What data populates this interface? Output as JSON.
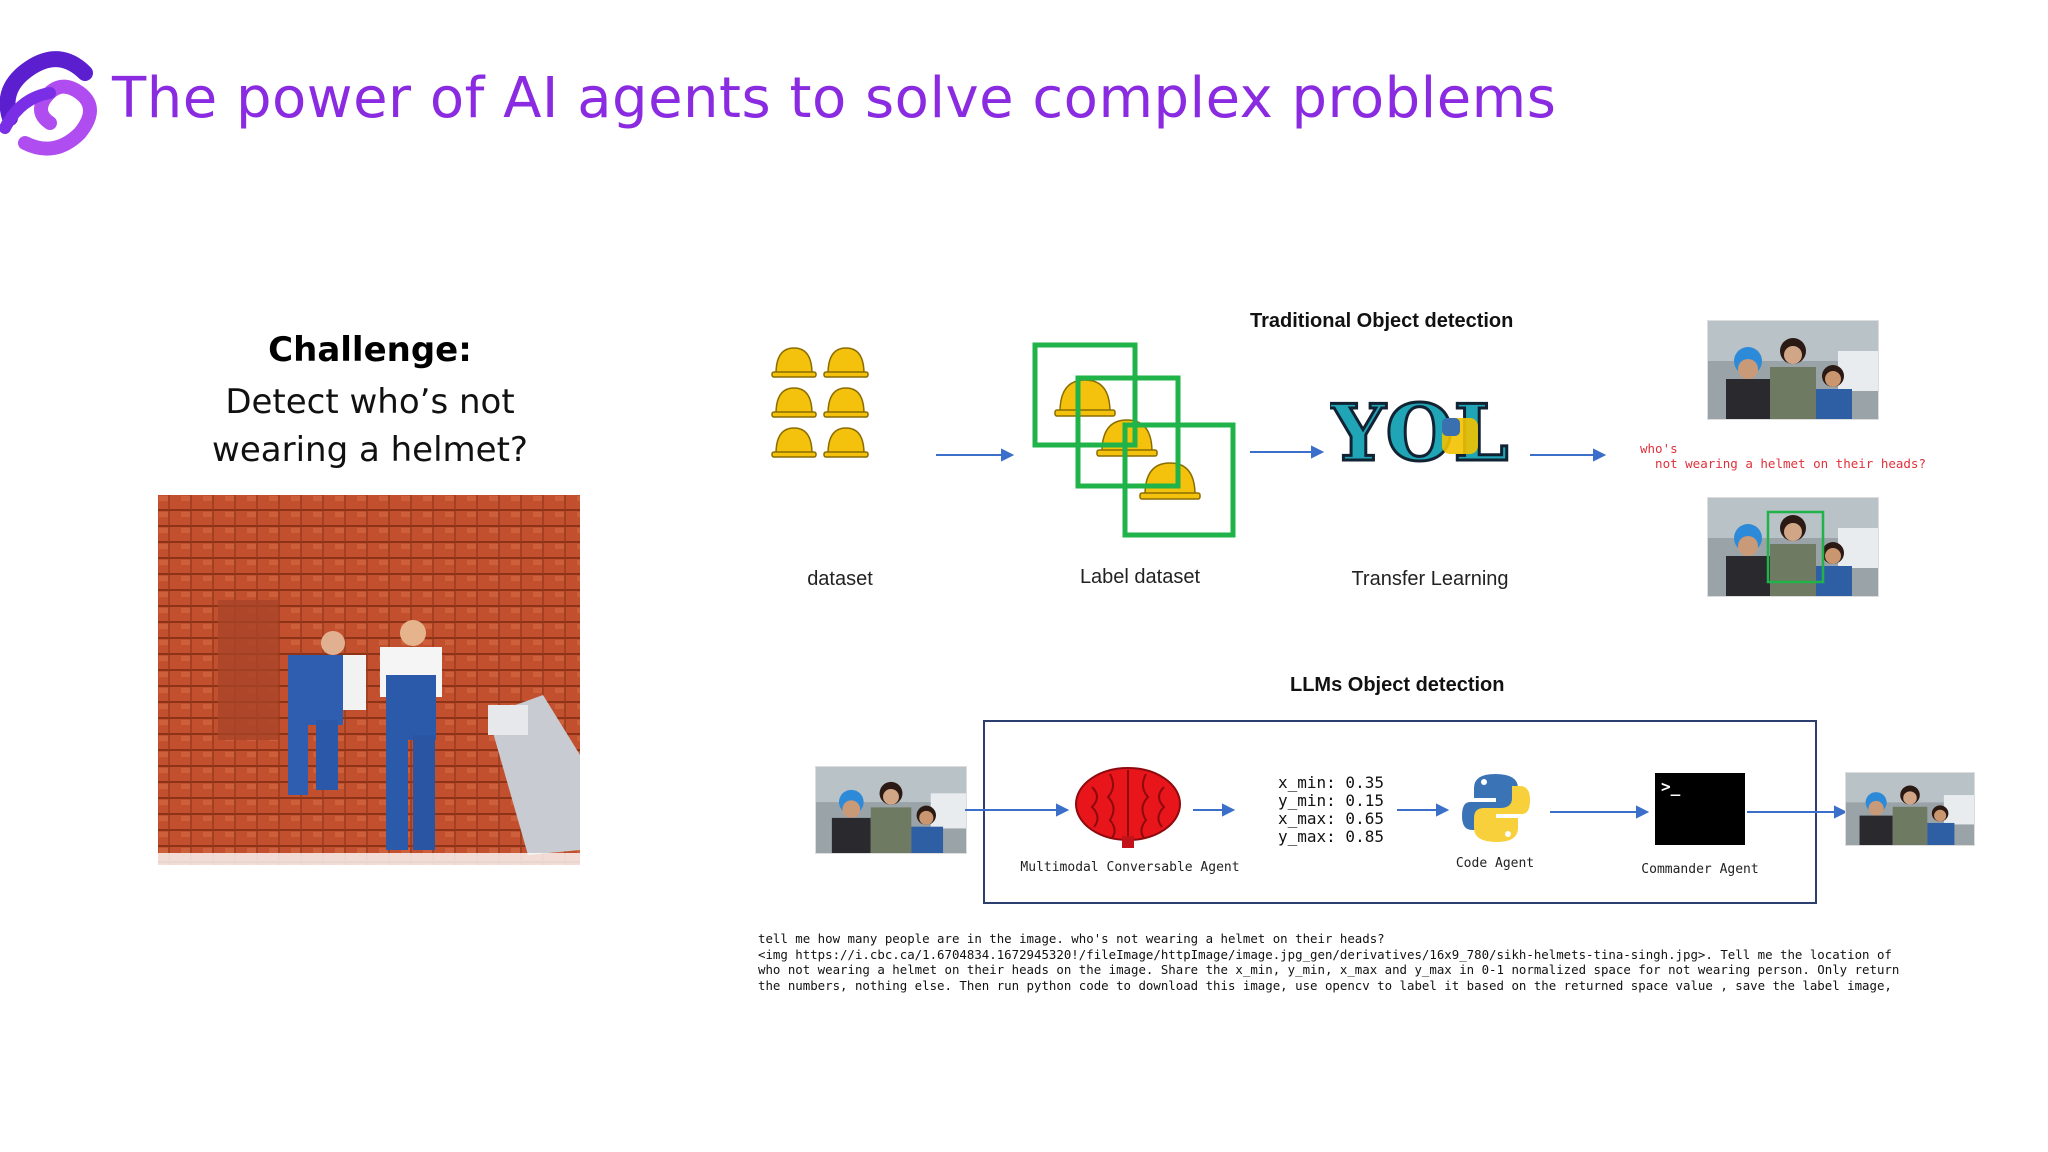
{
  "header": {
    "title": "The power of AI agents to solve complex problems"
  },
  "challenge": {
    "heading": "Challenge:",
    "lines": [
      "Detect who’s not",
      "wearing a helmet?"
    ]
  },
  "traditional": {
    "title": "Traditional  Object detection",
    "steps": [
      "dataset",
      "Label dataset",
      "Transfer Learning"
    ],
    "question_line1": "who's",
    "question_line2": "  not wearing a helmet on their heads?"
  },
  "llm": {
    "title": "LLMs  Object detection",
    "agents": [
      "Multimodal Conversable Agent",
      "Code Agent",
      "Commander Agent"
    ],
    "coords": [
      "x_min: 0.35",
      "y_min: 0.15",
      "x_max: 0.65",
      "y_max: 0.85"
    ],
    "terminal_prompt": ">_"
  },
  "prompt_text": [
    "tell me how many people are in the image. who's not wearing a helmet on their heads?",
    "<img https://i.cbc.ca/1.6704834.1672945320!/fileImage/httpImage/image.jpg_gen/derivatives/16x9_780/sikh-helmets-tina-singh.jpg>. Tell me the location of",
    "who not wearing a helmet on their heads on the image. Share the x_min, y_min, x_max and y_max in 0-1 normalized space for not wearing person. Only return",
    "the numbers, nothing else. Then run python code to download this image, use opencv to label it based on the returned space value , save the label image,"
  ],
  "colors": {
    "title": "#8a2be2",
    "logo_dark": "#5b1fd0",
    "logo_light": "#b04df0",
    "box_green": "#1fb34a",
    "arrow": "#3b6fc9",
    "question_red": "#e0303a"
  },
  "icons": [
    "app-logo-icon",
    "helmet-icon",
    "yolo-logo-icon",
    "brain-icon",
    "python-icon",
    "terminal-icon"
  ]
}
